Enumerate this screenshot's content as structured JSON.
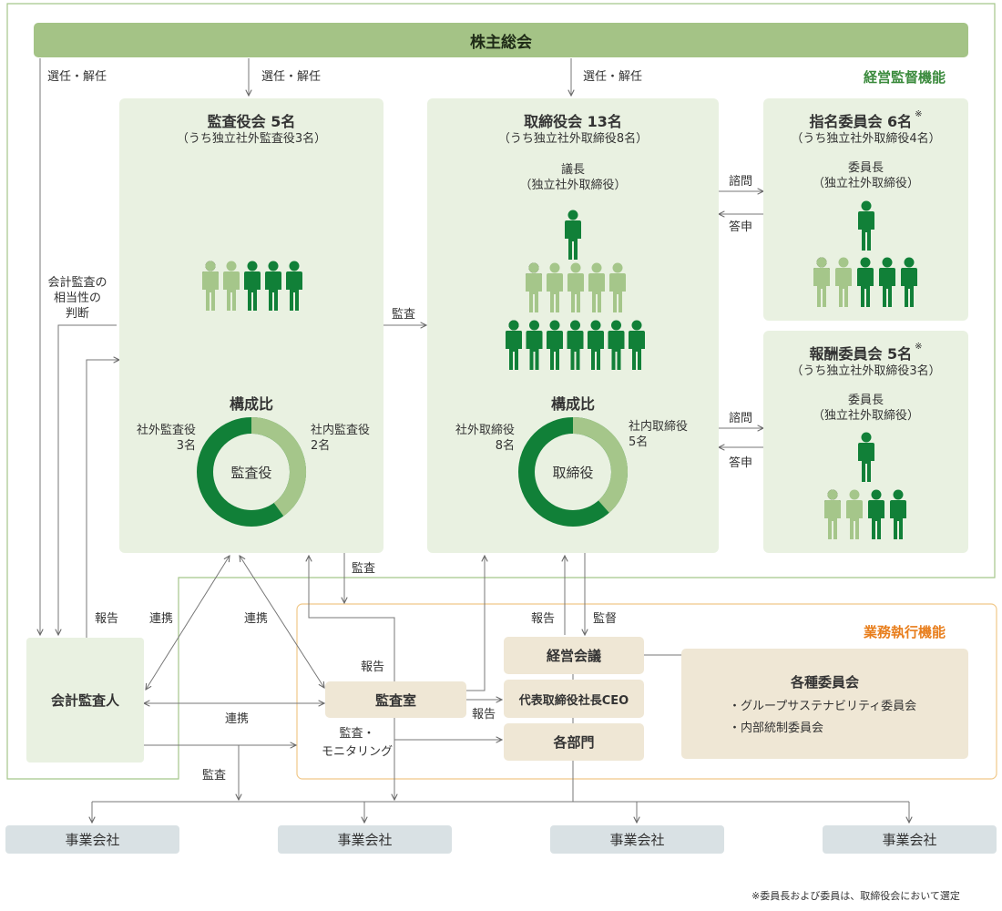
{
  "shareholders": "株主総会",
  "oversight_label": "経営監督機能",
  "execution_label": "業務執行機能",
  "elect_dismiss": "選任・解任",
  "audit_board": {
    "title": "監査役会 5名",
    "subtitle": "（うち独立社外監査役3名）",
    "ratio_title": "構成比",
    "outside_label": "社外監査役",
    "outside_count": "3名",
    "inside_label": "社内監査役",
    "inside_count": "2名",
    "center_label": "監査役"
  },
  "board": {
    "title": "取締役会 13名",
    "subtitle": "（うち独立社外取締役8名）",
    "chair_line1": "議長",
    "chair_line2": "（独立社外取締役）",
    "ratio_title": "構成比",
    "outside_label": "社外取締役",
    "outside_count": "8名",
    "inside_label": "社内取締役",
    "inside_count": "5名",
    "center_label": "取締役"
  },
  "nomination": {
    "title": "指名委員会 6名",
    "mark": "※",
    "subtitle": "（うち独立社外取締役4名）",
    "chair_line1": "委員長",
    "chair_line2": "（独立社外取締役）"
  },
  "compensation": {
    "title": "報酬委員会 5名",
    "mark": "※",
    "subtitle": "（うち独立社外取締役3名）",
    "chair_line1": "委員長",
    "chair_line2": "（独立社外取締役）"
  },
  "labels": {
    "consult": "諮問",
    "answer": "答申",
    "audit": "監査",
    "report": "報告",
    "supervise": "監督",
    "cooperation": "連携",
    "judgment_line1": "会計監査の",
    "judgment_line2": "相当性の",
    "judgment_line3": "判断",
    "audit_monitor_line1": "監査・",
    "audit_monitor_line2": "モニタリング"
  },
  "accounting_auditor": "会計監査人",
  "audit_office": "監査室",
  "management_meeting": "経営会議",
  "ceo": "代表取締役社長CEO",
  "departments": "各部門",
  "committees": {
    "title": "各種委員会",
    "items": [
      "・グループサステナビリティ委員会",
      "・内部統制委員会"
    ]
  },
  "subsidiaries": [
    "事業会社",
    "事業会社",
    "事業会社",
    "事業会社"
  ],
  "footnote": "※委員長および委員は、取締役会において選定",
  "composition": {
    "audit_board": {
      "outside": 3,
      "inside": 2
    },
    "board": {
      "outside": 8,
      "inside": 5
    }
  },
  "colors": {
    "dark_green": "#118038",
    "light_green": "#a5c68a",
    "header_green": "#a4c386",
    "execution_orange": "#e87e1c"
  }
}
